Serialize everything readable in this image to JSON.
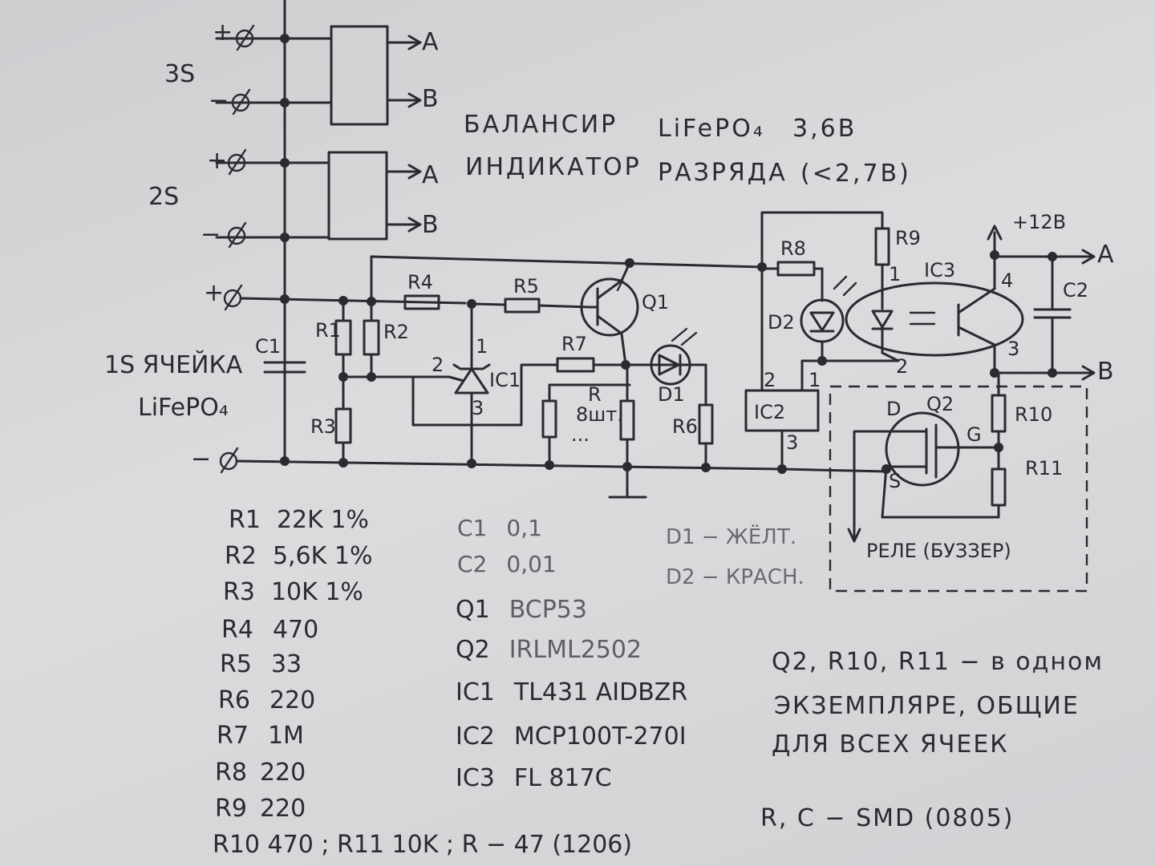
{
  "title": {
    "line1_a": "БАЛАНСИР",
    "line1_b": "LiFePO₄",
    "line1_c": "3,6В",
    "line2_a": "ИНДИКАТОР",
    "line2_b": "РАЗРЯДА",
    "line2_c": "(<2,7В)"
  },
  "cells": {
    "s3": "3S",
    "s2": "2S",
    "s1_a": "1S ЯЧЕЙКА",
    "s1_b": "LiFePO₄",
    "plus": "+",
    "minus": "−"
  },
  "outputs": {
    "a": "A",
    "b": "B"
  },
  "labels": {
    "c1": "C1",
    "r1": "R1",
    "r2": "R2",
    "r3": "R3",
    "r4": "R4",
    "r5": "R5",
    "r6": "R6",
    "r7": "R7",
    "r8": "R8",
    "r9": "R9",
    "r10": "R10",
    "r11": "R11",
    "q1": "Q1",
    "q2": "Q2",
    "d1": "D1",
    "d2": "D2",
    "ic1": "IC1",
    "ic2": "IC2",
    "ic3": "IC3",
    "c2": "C2",
    "v12": "+12В",
    "r_bank": "R",
    "r_bank_count": "8шт.",
    "r_dots": "...",
    "pin1": "1",
    "pin2": "2",
    "pin3": "3",
    "pin4": "4",
    "pin_d": "D",
    "pin_g": "G",
    "pin_s": "S",
    "relay": "РЕЛЕ (БУЗЗЕР)"
  },
  "bom_resistors": [
    {
      "ref": "R1",
      "value": "22K  1%"
    },
    {
      "ref": "R2",
      "value": "5,6K  1%"
    },
    {
      "ref": "R3",
      "value": "10K  1%"
    },
    {
      "ref": "R4",
      "value": "470"
    },
    {
      "ref": "R5",
      "value": "33"
    },
    {
      "ref": "R6",
      "value": "220"
    },
    {
      "ref": "R7",
      "value": "1M"
    },
    {
      "ref": "R8",
      "value": "220"
    },
    {
      "ref": "R9",
      "value": "220"
    }
  ],
  "bom_last_line": "R10  470 ; R11 10K ; R − 47  (1206)",
  "bom_parts": [
    {
      "ref": "C1",
      "value": "0,1"
    },
    {
      "ref": "C2",
      "value": "0,01"
    },
    {
      "ref": "Q1",
      "value": "BCP53"
    },
    {
      "ref": "Q2",
      "value": "IRLML2502"
    },
    {
      "ref": "IC1",
      "value": "TL431 AIDBZR"
    },
    {
      "ref": "IC2",
      "value": "MCP100T-270I"
    },
    {
      "ref": "IC3",
      "value": "FL 817C"
    }
  ],
  "led_notes": {
    "d1": "D1 − ЖЁЛТ.",
    "d2": "D2 − КРАСН."
  },
  "notes": {
    "line1": "Q2, R10, R11 − в одном",
    "line2": "ЭКЗЕМПЛЯРЕ, ОБЩИЕ",
    "line3": "ДЛЯ ВСЕХ ЯЧЕЕК",
    "line4": "R, C − SMD (0805)"
  }
}
